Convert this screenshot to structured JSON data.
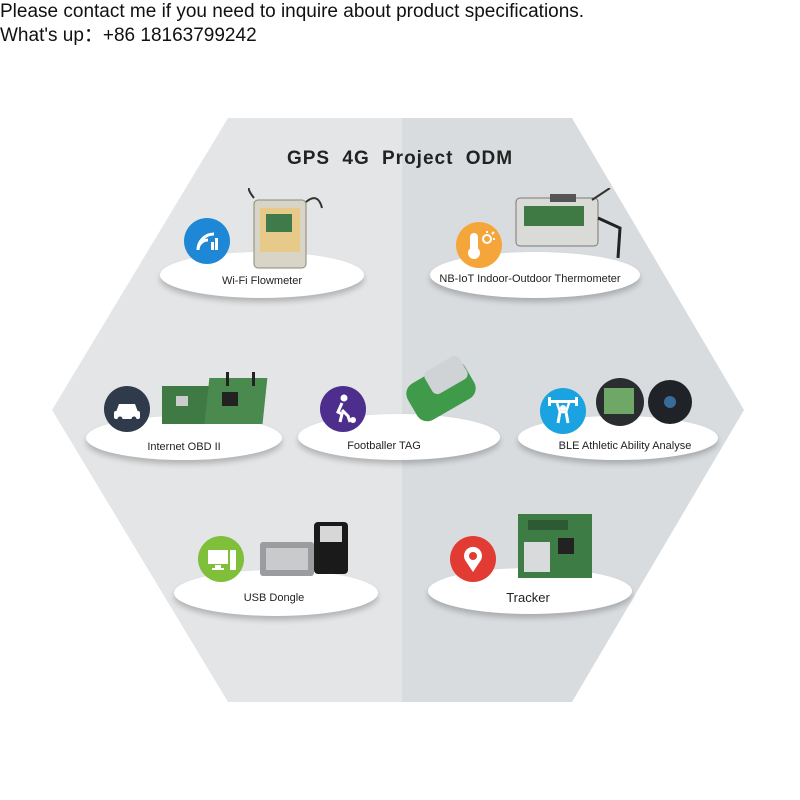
{
  "header": {
    "line1": "Please contact me if you need to inquire about product specifications.",
    "line2": "What's up：+86 18163799242"
  },
  "title": "GPS  4G Project  ODM",
  "colors": {
    "hex_left": "#e3e5e7",
    "hex_right": "#d9dcdf",
    "icon_blue": "#1e88d6",
    "icon_orange": "#f4a63a",
    "icon_dark": "#2f3a4a",
    "icon_purple": "#4d2e8c",
    "icon_cyan": "#1aa3e0",
    "icon_green": "#7fbf3a",
    "icon_red": "#e23b34"
  },
  "items": [
    {
      "label": "Wi-Fi Flowmeter",
      "icon": "wifi-icon"
    },
    {
      "label": "NB-IoT Indoor-Outdoor Thermometer",
      "icon": "thermometer-icon"
    },
    {
      "label": "Internet OBD II",
      "icon": "car-icon"
    },
    {
      "label": "Footballer TAG",
      "icon": "football-player-icon"
    },
    {
      "label": "BLE Athletic Ability Analyse",
      "icon": "weightlifter-icon"
    },
    {
      "label": "USB Dongle",
      "icon": "computer-icon"
    },
    {
      "label": "Tracker",
      "icon": "location-pin-icon"
    }
  ]
}
